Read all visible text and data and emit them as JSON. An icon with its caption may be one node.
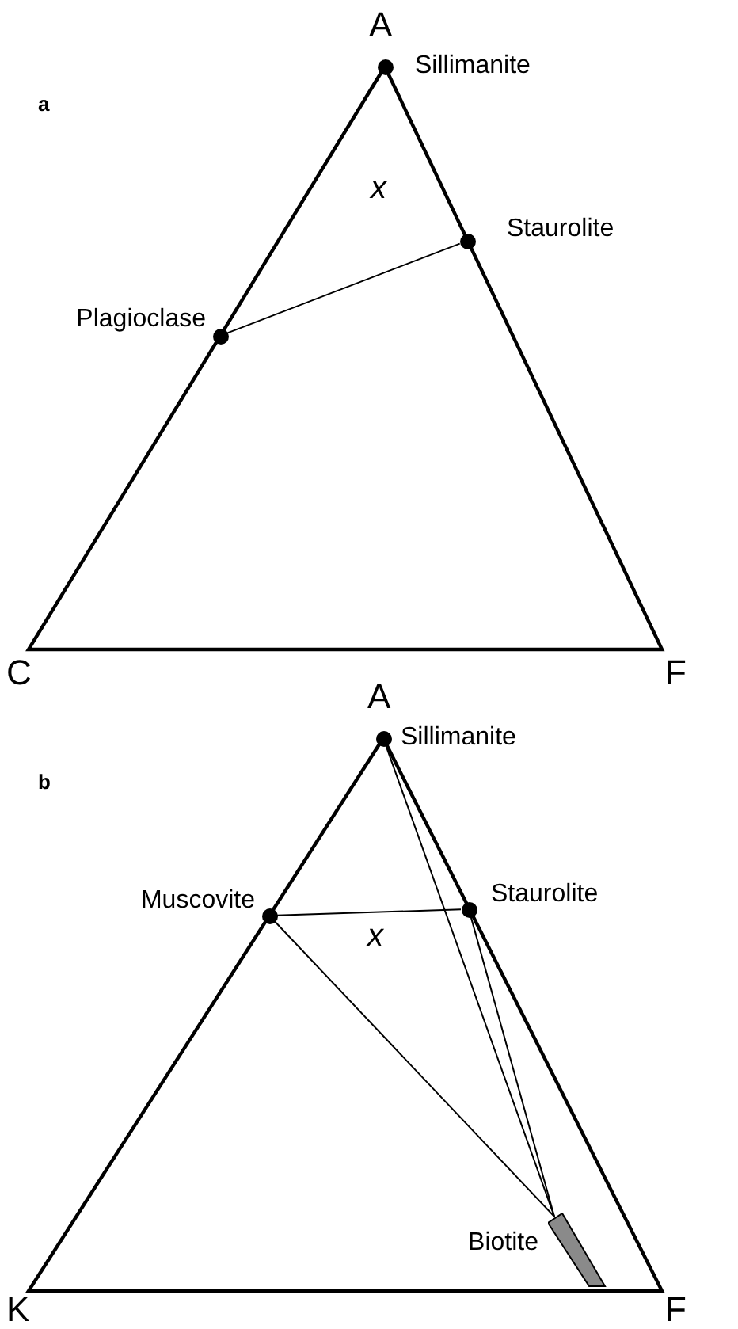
{
  "diagram": {
    "nodes": [
      {
        "text": [
          "Sillimanite"
        ]
      },
      {
        "text": [
          "Staurolite"
        ]
      },
      {
        "text": [
          "Plagioclase"
        ]
      },
      {
        "text": [
          "Sillimanite"
        ]
      },
      {
        "text": [
          "Muscovite"
        ]
      },
      {
        "text": [
          "Staurolite"
        ]
      },
      {
        "text": [
          "Biotite"
        ]
      }
    ],
    "edges": [
      {
        "from": 2,
        "to": 1,
        "arrow": "none"
      },
      {
        "from": 4,
        "to": 5,
        "arrow": "none"
      },
      {
        "from": 4,
        "to": 6,
        "arrow": "none"
      },
      {
        "from": 3,
        "to": 6,
        "arrow": "none"
      },
      {
        "from": 5,
        "to": 6,
        "arrow": "none"
      }
    ],
    "labels": [
      "A",
      "a",
      "x",
      "C",
      "F",
      "A",
      "b",
      "x",
      "K",
      "F"
    ]
  }
}
